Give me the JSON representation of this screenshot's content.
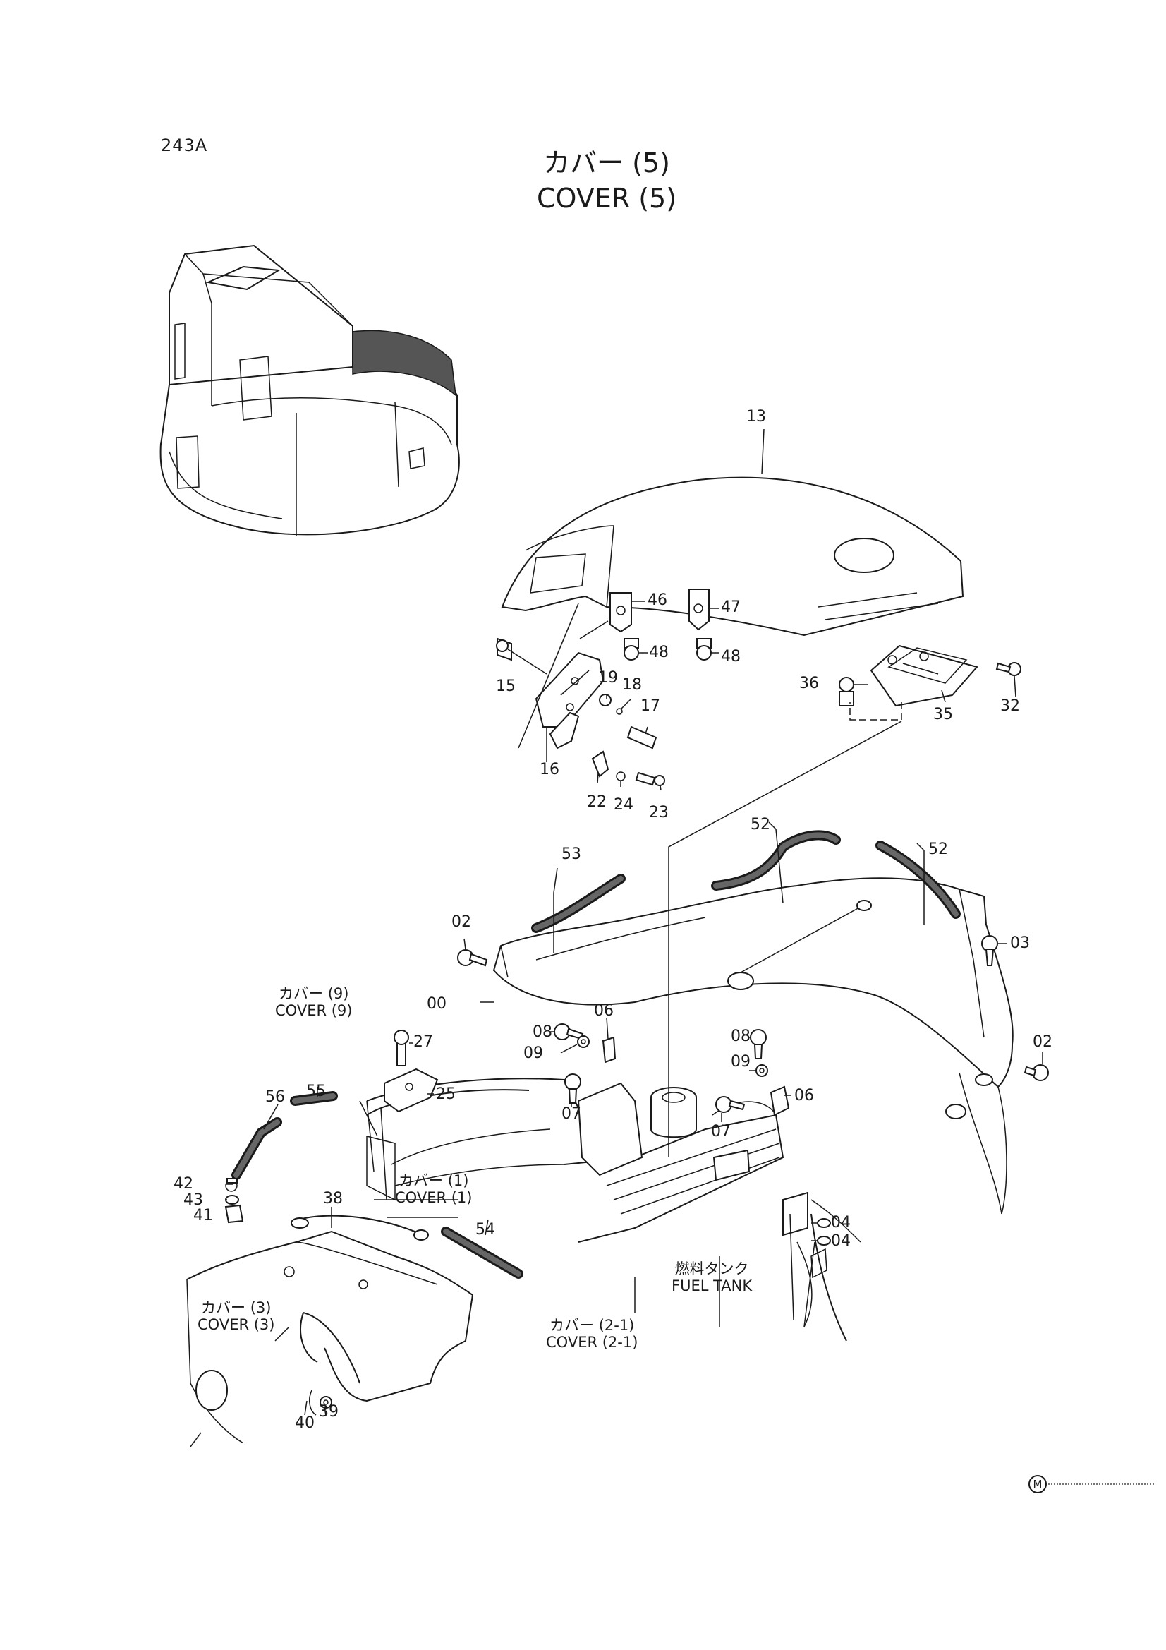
{
  "page_code": "243A",
  "title_jp": "カバー (5)",
  "title_en": "COVER (5)",
  "callouts": {
    "p13": "13",
    "p46": "46",
    "p47": "47",
    "p48a": "48",
    "p48b": "48",
    "p15": "15",
    "p19": "19",
    "p18": "18",
    "p17": "17",
    "p16": "16",
    "p22": "22",
    "p24": "24",
    "p23": "23",
    "p36": "36",
    "p32": "32",
    "p35": "35",
    "p53": "53",
    "p52a": "52",
    "p52b": "52",
    "p02a": "02",
    "p03": "03",
    "p00": "00",
    "p06a": "06",
    "p08a": "08",
    "p09a": "09",
    "p07a": "07",
    "p08b": "08",
    "p09b": "09",
    "p06b": "06",
    "p07b": "07",
    "p02b": "02",
    "p27": "27",
    "p25": "25",
    "p56": "56",
    "p55": "55",
    "p42": "42",
    "p43": "43",
    "p41": "41",
    "p38": "38",
    "p54": "54",
    "p04a": "04",
    "p04b": "04",
    "p40": "40",
    "p39": "39"
  },
  "labels": {
    "cover9_jp": "カバー (9)",
    "cover9_en": "COVER (9)",
    "cover1_jp": "カバー (1)",
    "cover1_en": "COVER (1)",
    "cover3_jp": "カバー (3)",
    "cover3_en": "COVER (3)",
    "cover21_jp": "カバー (2-1)",
    "cover21_en": "COVER (2-1)",
    "fueltank_jp": "燃料タンク",
    "fueltank_en": "FUEL TANK"
  },
  "corner_mark": "M"
}
